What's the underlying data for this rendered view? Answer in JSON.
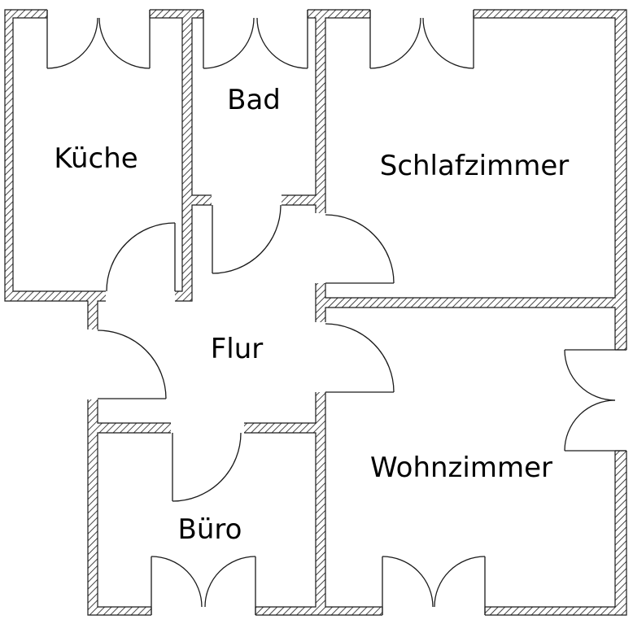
{
  "rooms": {
    "kueche": "Küche",
    "bad": "Bad",
    "schlafzimmer": "Schlafzimmer",
    "flur": "Flur",
    "wohnzimmer": "Wohnzimmer",
    "buero": "Büro"
  },
  "colors": {
    "line": "#1a1a1a",
    "background": "#ffffff"
  }
}
